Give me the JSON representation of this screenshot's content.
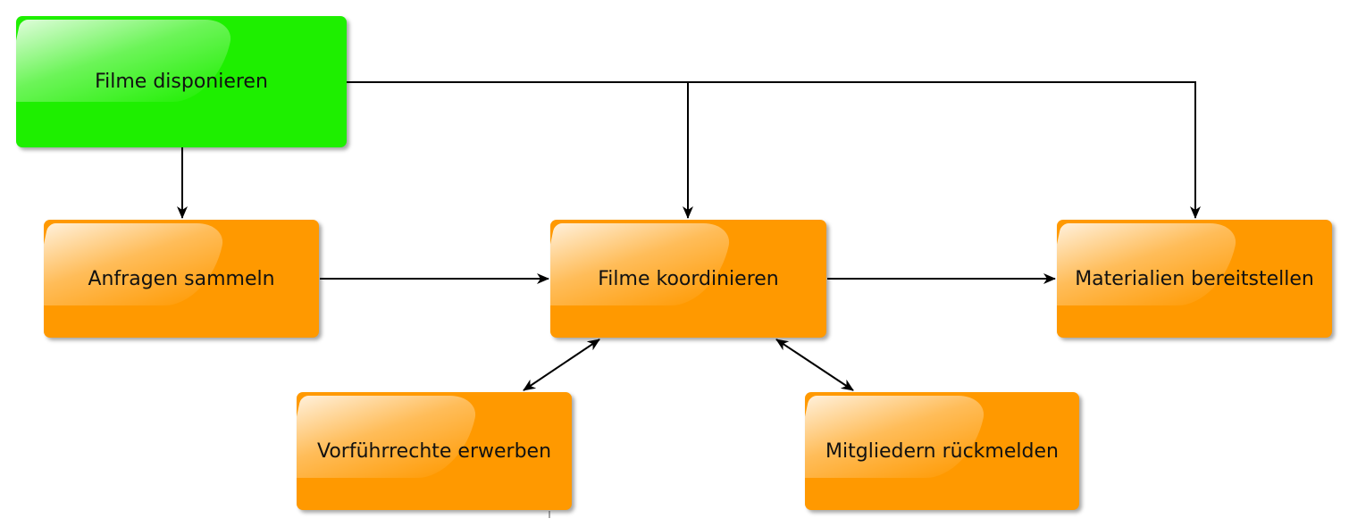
{
  "colors": {
    "root_fill": "#1EEF00",
    "task_fill": "#FF9900",
    "edge": "#000000"
  },
  "nodes": {
    "filme_disponieren": "Filme disponieren",
    "anfragen_sammeln": "Anfragen sammeln",
    "filme_koordinieren": "Filme koordinieren",
    "materialien_bereitstellen": "Materialien bereitstellen",
    "vorfuehrrechte_erwerben": "Vorführrechte erwerben",
    "mitgliedern_rueckmelden": "Mitgliedern rückmelden"
  }
}
